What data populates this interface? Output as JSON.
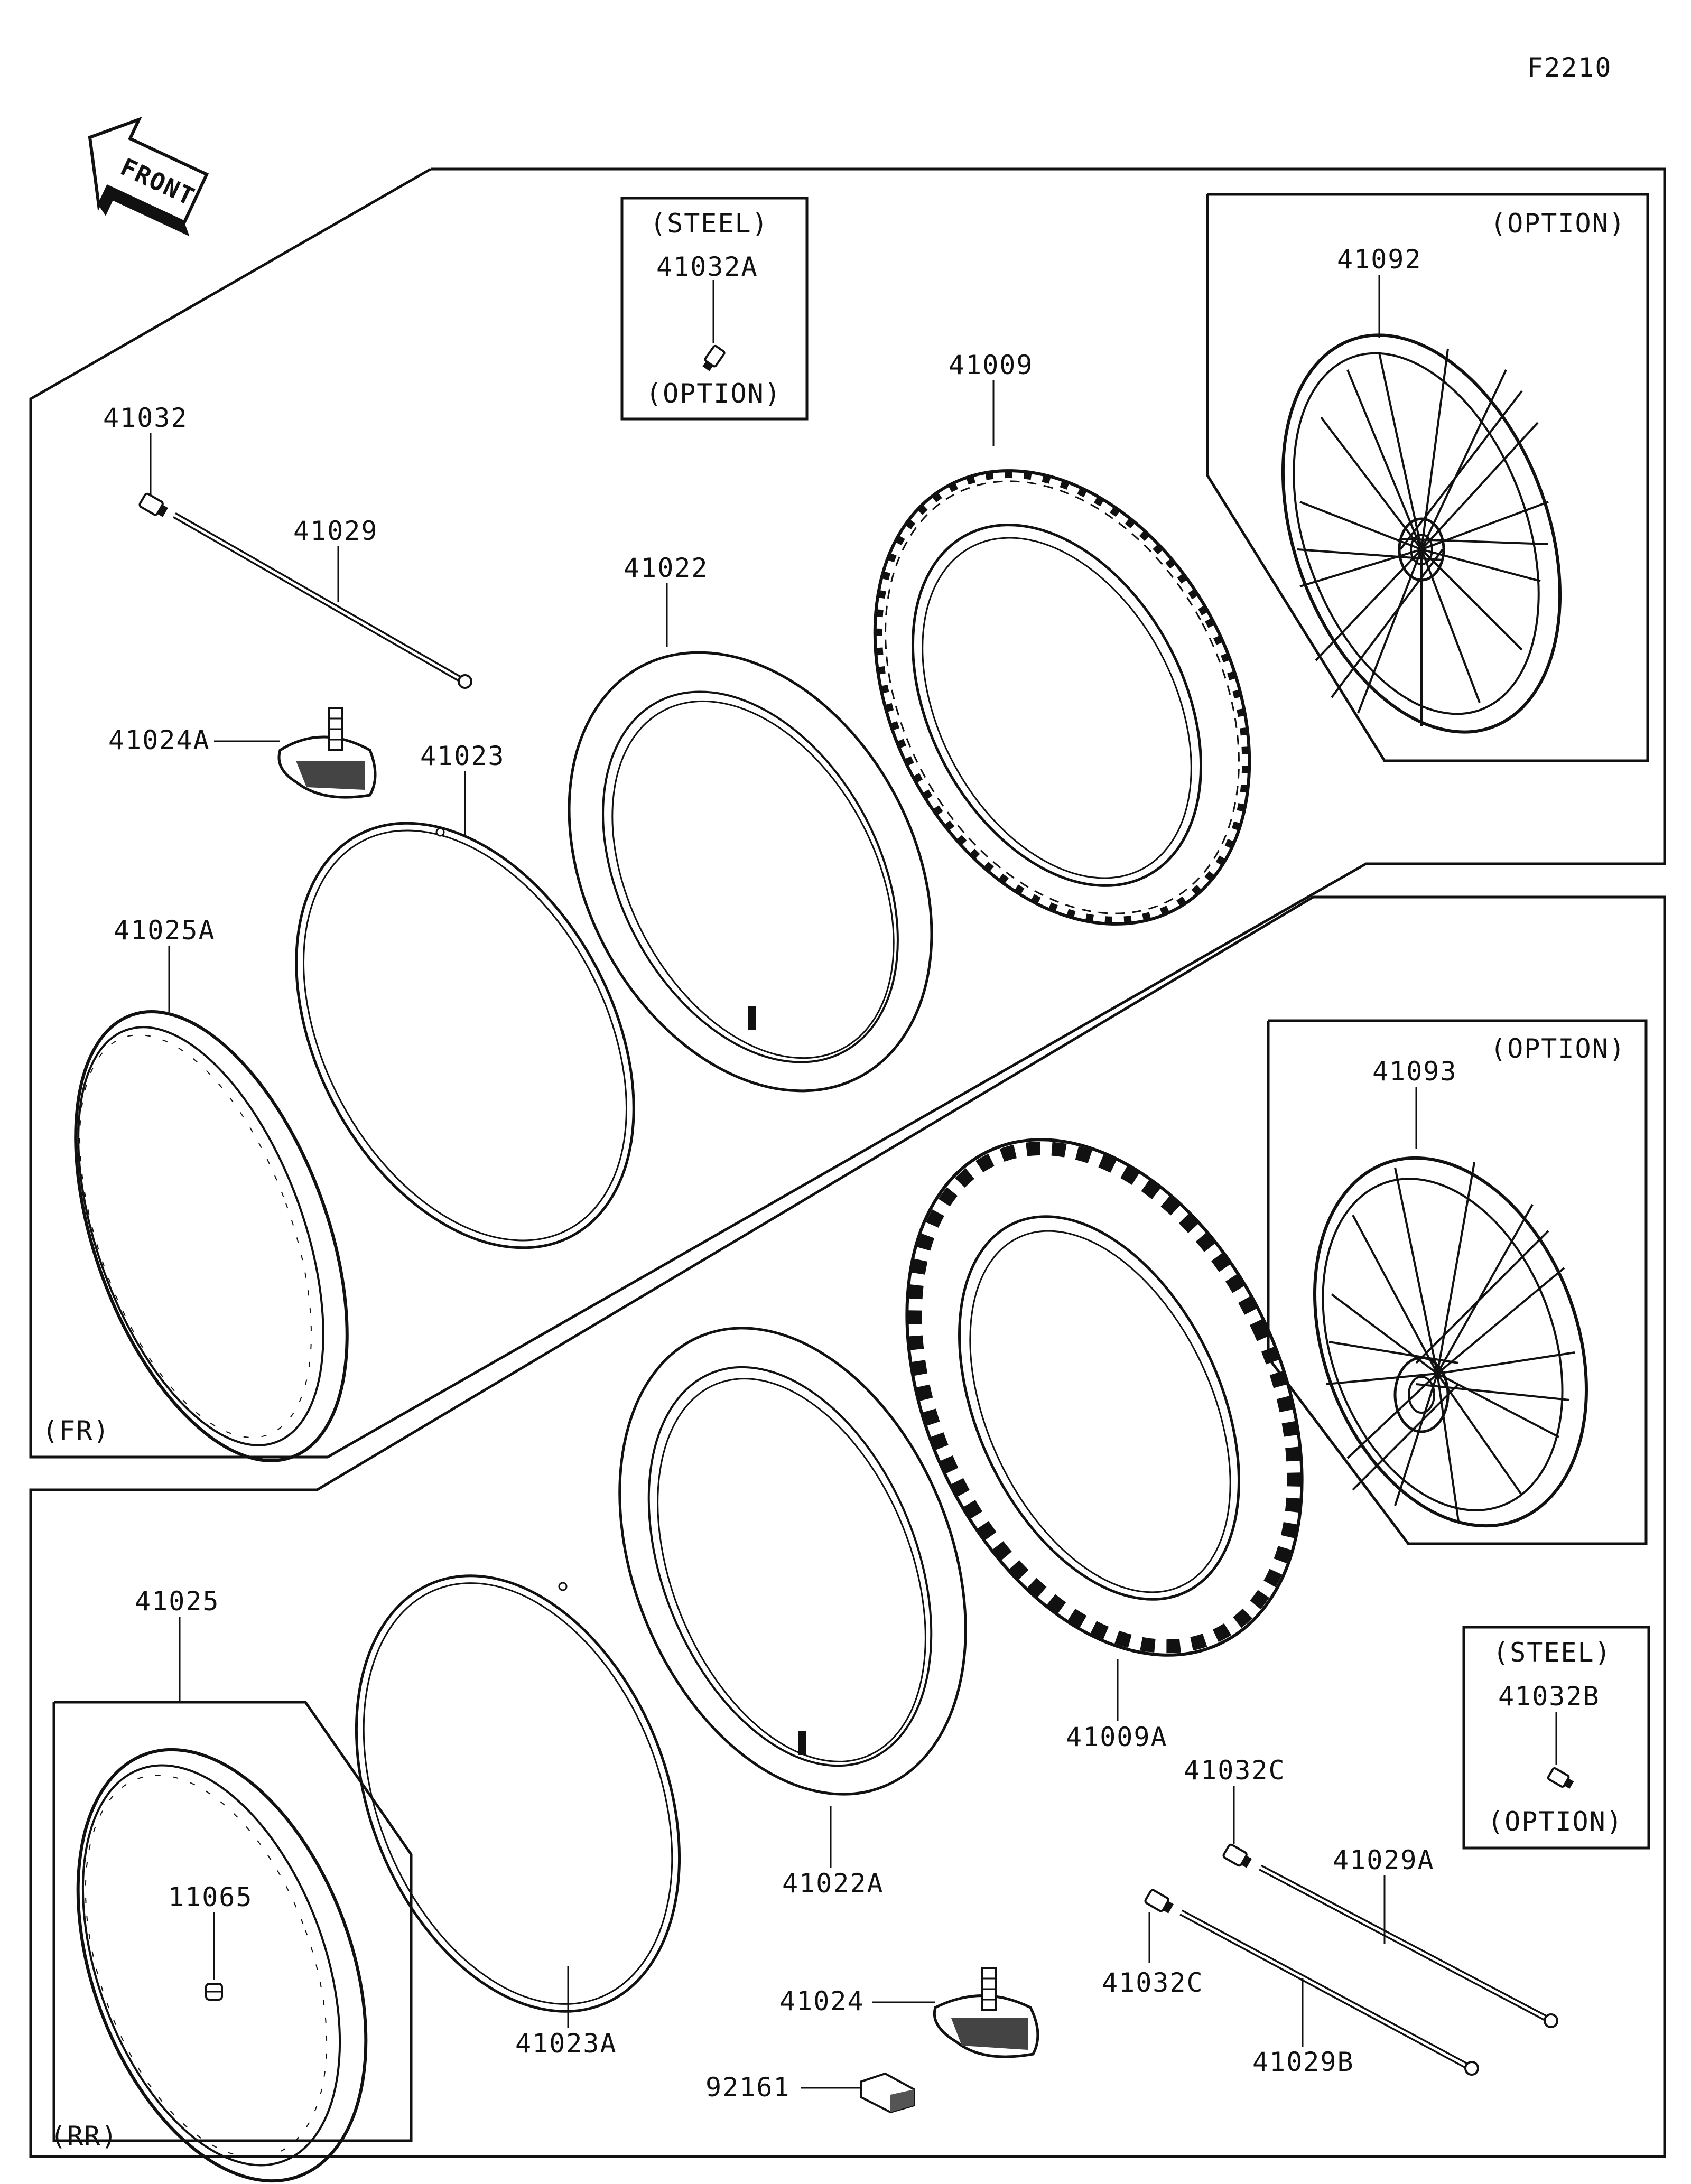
{
  "diagram_code": "F2210",
  "front_arrow_label": "FRONT",
  "section_labels": {
    "front": "(FR)",
    "rear": "(RR)"
  },
  "insets": {
    "steel_front": {
      "top": "(STEEL)",
      "part": "41032A",
      "bottom": "(OPTION)"
    },
    "steel_rear": {
      "top": "(STEEL)",
      "part": "41032B",
      "bottom": "(OPTION)"
    },
    "wheel_front_option": "(OPTION)",
    "wheel_rear_option": "(OPTION)"
  },
  "parts": {
    "p41032": "41032",
    "p41029": "41029",
    "p41024A": "41024A",
    "p41023": "41023",
    "p41025A": "41025A",
    "p41022": "41022",
    "p41009": "41009",
    "p41092": "41092",
    "p41093": "41093",
    "p41025": "41025",
    "p11065": "11065",
    "p41023A": "41023A",
    "p41022A": "41022A",
    "p41009A": "41009A",
    "p41024": "41024",
    "p92161": "92161",
    "p41032C_upper": "41032C",
    "p41032C_lower": "41032C",
    "p41029A": "41029A",
    "p41029B": "41029B"
  }
}
